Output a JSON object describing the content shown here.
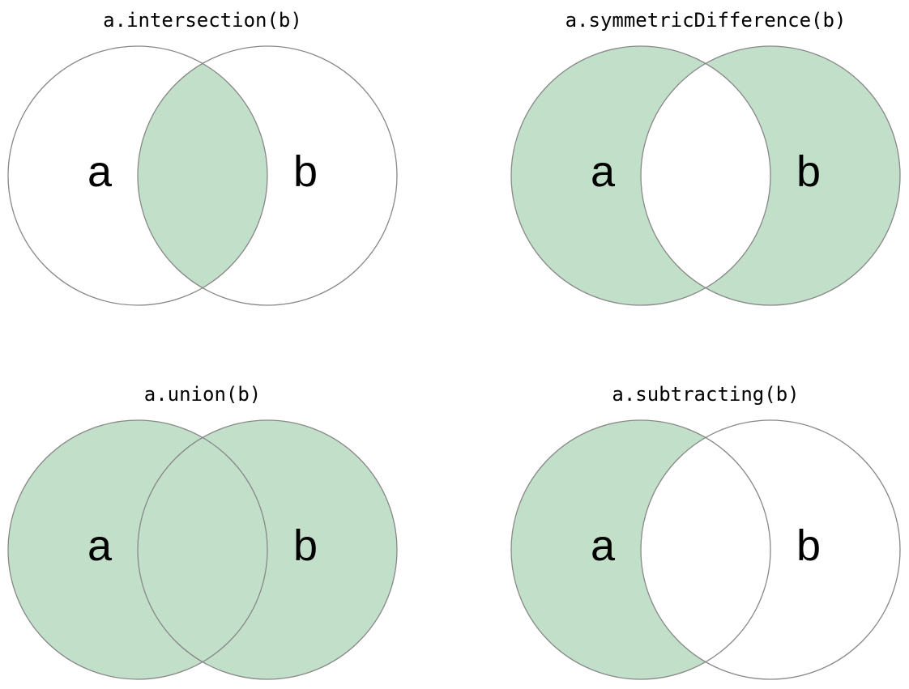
{
  "page": {
    "background": "#ffffff",
    "description": "Four Venn diagrams showing set operations on sets a and b"
  },
  "colors": {
    "shaded_fill": "#c2dfc9",
    "circle_outline": "#888888",
    "title_text": "#000000",
    "label_text": "#000000"
  },
  "diagrams": [
    {
      "operation": "intersection",
      "title": "a.intersection(b)",
      "label_a": "a",
      "label_b": "b",
      "shaded_regions": [
        "intersection"
      ]
    },
    {
      "operation": "symmetricDifference",
      "title": "a.symmetricDifference(b)",
      "label_a": "a",
      "label_b": "b",
      "shaded_regions": [
        "a_only",
        "b_only"
      ]
    },
    {
      "operation": "union",
      "title": "a.union(b)",
      "label_a": "a",
      "label_b": "b",
      "shaded_regions": [
        "a_only",
        "b_only",
        "intersection"
      ]
    },
    {
      "operation": "subtracting",
      "title": "a.subtracting(b)",
      "label_a": "a",
      "label_b": "b",
      "shaded_regions": [
        "a_only"
      ]
    }
  ]
}
